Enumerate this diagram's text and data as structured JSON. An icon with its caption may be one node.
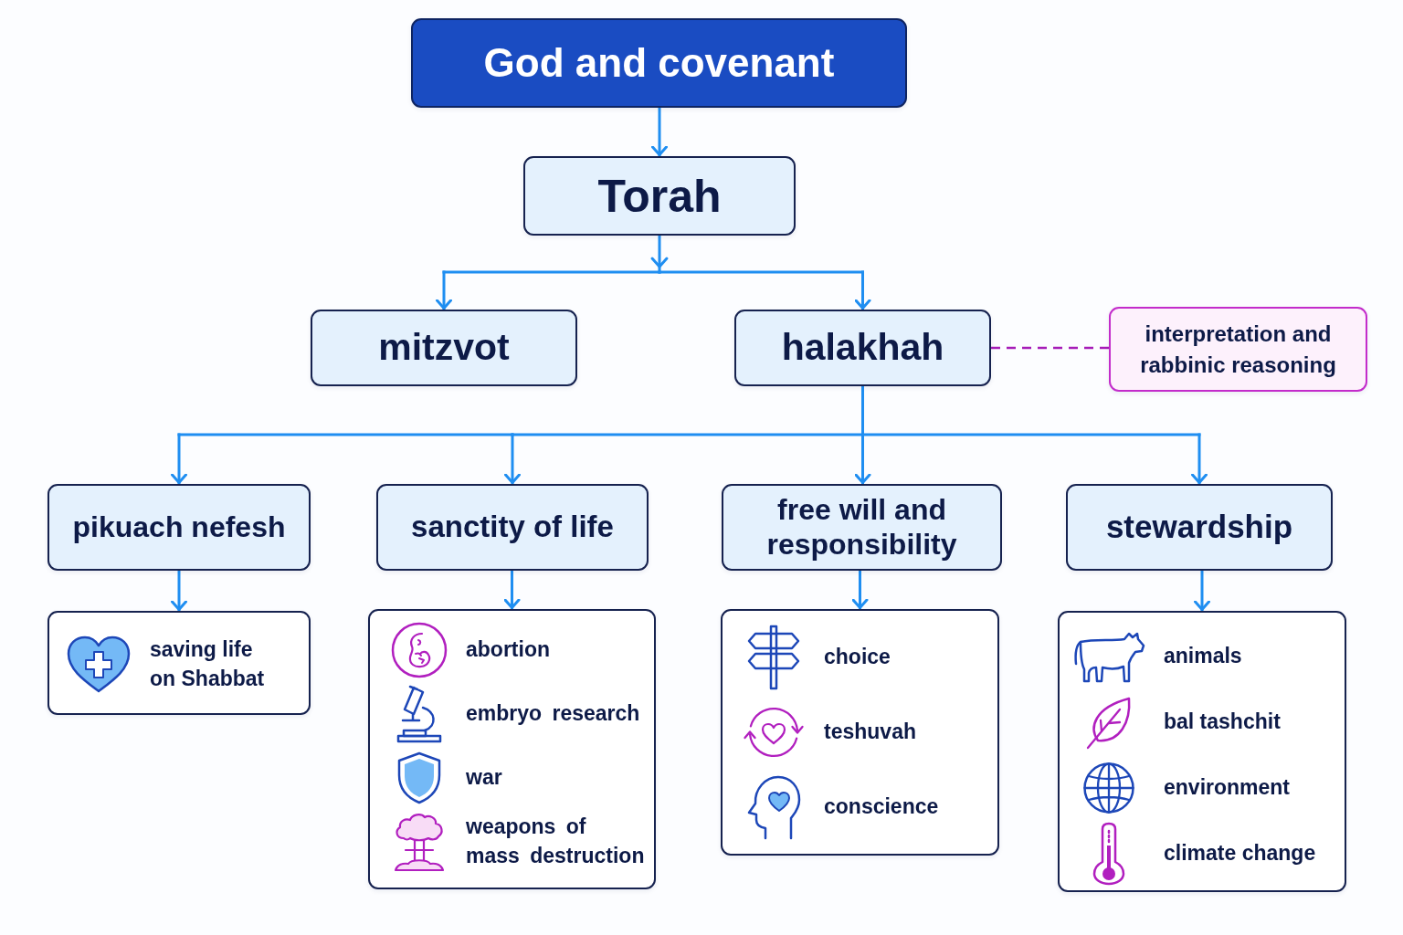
{
  "diagram": {
    "nodes": [
      {
        "text": [
          "God and covenant"
        ]
      },
      {
        "text": [
          "Torah"
        ]
      },
      {
        "text": [
          "mitzvot"
        ]
      },
      {
        "text": [
          "halakhah"
        ]
      },
      {
        "text": [
          "interpretation and rabbinic reasoning"
        ]
      },
      {
        "text": [
          "pikuach nefesh"
        ]
      },
      {
        "text": [
          "sanctity of life"
        ]
      },
      {
        "text": [
          "free will and responsibility"
        ]
      },
      {
        "text": [
          "stewardship"
        ]
      },
      {
        "text": [
          "saving life on Shabbat"
        ]
      },
      {
        "text": [
          "abortion",
          "embryo research",
          "war",
          "weapons of mass destruction"
        ]
      },
      {
        "text": [
          "choice",
          "teshuvah",
          "conscience"
        ]
      },
      {
        "text": [
          "animals",
          "bal tashchit",
          "environment",
          "climate change"
        ]
      }
    ],
    "edges": [
      {
        "from": 0,
        "to": 1,
        "arrow": "to"
      },
      {
        "from": 1,
        "to": 2,
        "arrow": "to"
      },
      {
        "from": 1,
        "to": 3,
        "arrow": "to"
      },
      {
        "from": 3,
        "to": 4,
        "arrow": "none",
        "style": "dashed",
        "color": "#a61db8"
      },
      {
        "from": 3,
        "to": 5,
        "arrow": "to"
      },
      {
        "from": 3,
        "to": 6,
        "arrow": "to"
      },
      {
        "from": 3,
        "to": 7,
        "arrow": "to"
      },
      {
        "from": 3,
        "to": 8,
        "arrow": "to"
      },
      {
        "from": 5,
        "to": 9,
        "arrow": "to"
      },
      {
        "from": 6,
        "to": 10,
        "arrow": "to"
      },
      {
        "from": 7,
        "to": 11,
        "arrow": "to"
      },
      {
        "from": 8,
        "to": 12,
        "arrow": "to"
      }
    ]
  }
}
